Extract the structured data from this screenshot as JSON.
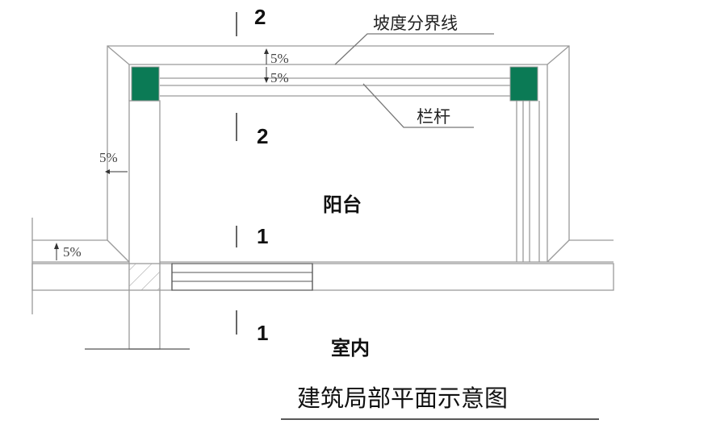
{
  "labels": {
    "slope_boundary": "坡度分界线",
    "railing": "栏杆",
    "balcony": "阳台",
    "indoor": "室内",
    "title": "建筑局部平面示意图"
  },
  "sections": {
    "top_a": "2",
    "top_b": "2",
    "bottom_a": "1",
    "bottom_b": "1"
  },
  "slopes": {
    "rail_up": "5%",
    "rail_down": "5%",
    "left_wall": "5%",
    "left_ledge": "5%"
  },
  "colors": {
    "column": "#0b7a55",
    "hatch": "#a8a8a8"
  }
}
